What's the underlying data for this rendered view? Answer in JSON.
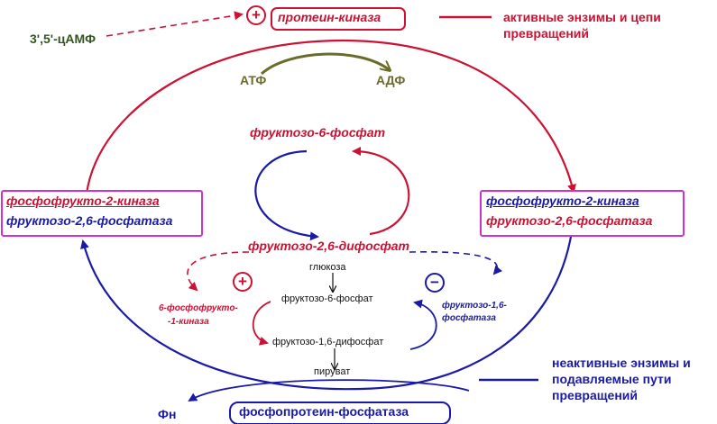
{
  "labels": {
    "camp": "3',5'-цАМФ",
    "protein_kinase": "протеин-киназа",
    "atp": "АТФ",
    "adp": "АДФ",
    "f6p": "фруктозо-6-фосфат",
    "f26bp": "фруктозо-2,6-дифосфат",
    "left_pfk2": "фосфофрукто-2-киназа",
    "left_f26bpase": "фруктозо-2,6-фосфатаза",
    "right_pfk2": "фосфофрукто-2-киназа",
    "right_f26bpase": "фруктозо-2,6-фосфатаза",
    "glucose": "глюкоза",
    "fructose6p_small": "фруктозо-6-фосфат",
    "fructose16bp": "фруктозо-1,6-дифосфат",
    "pyruvate": "пируват",
    "pfk1_line1": "6-фосфофрукто-",
    "pfk1_line2": "-1-киназа",
    "fbpase_line1": "фруктозо-1,6-",
    "fbpase_line2": "фосфатаза",
    "phosphoprotein_phosphatase": "фосфопротеин-фосфатаза",
    "pn": "Фн",
    "plus": "+",
    "minus": "−"
  },
  "legend": {
    "active_line1": "активные энзимы и цепи",
    "active_line2": "превращений",
    "inactive_line1": "неактивные энзимы и",
    "inactive_line2": "подавляемые пути",
    "inactive_line3": "превращений"
  },
  "colors": {
    "active": "#cc1133",
    "inactive": "#1a1aa6",
    "atp_arrow": "#6b6b2a",
    "camp": "#335522",
    "box_border": "#cc33cc"
  }
}
